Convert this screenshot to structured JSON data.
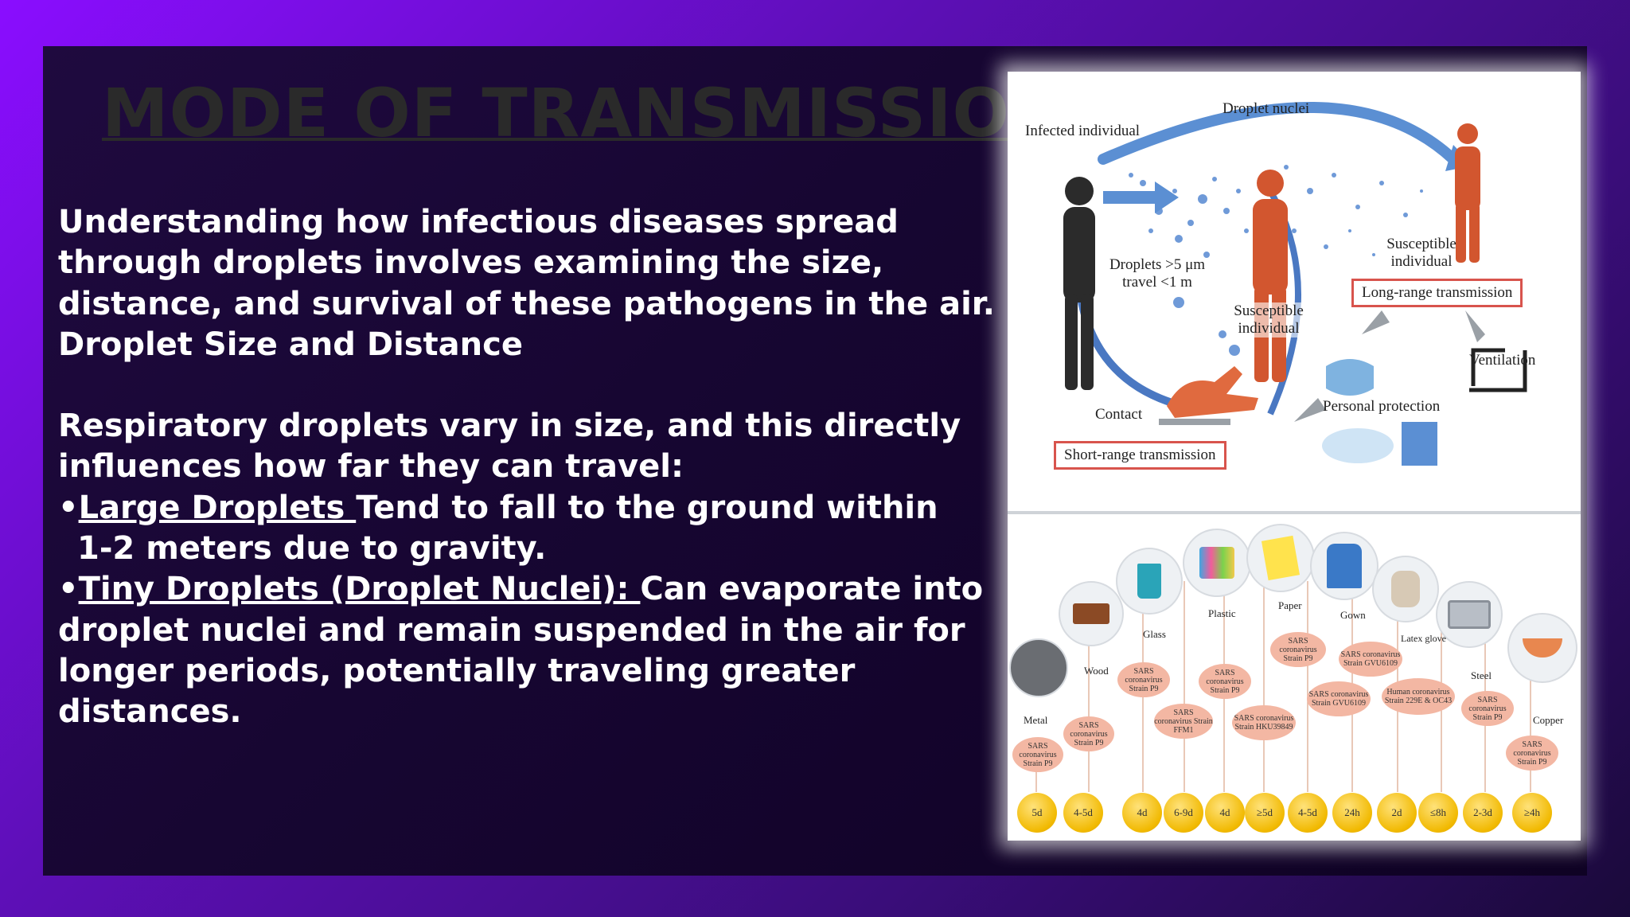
{
  "slide": {
    "title": "MODE OF TRANSMISSION",
    "intro_line1": "Understanding how infectious diseases spread",
    "intro_line2": "through droplets involves examining the size,",
    "intro_line3": "distance, and survival of these pathogens in the air.",
    "intro_line4": "Droplet Size and Distance",
    "para2_line1": "Respiratory droplets vary in size, and this directly",
    "para2_line2": "influences how far they can travel:",
    "bullet1_prefix": "•",
    "bullet1_term": "Large Droplets ",
    "bullet1_text_a": "Tend to fall to the ground within",
    "bullet1_text_b": "1-2 meters due to gravity.",
    "bullet2_prefix": "•",
    "bullet2_term": "Tiny Droplets (Droplet Nuclei): ",
    "bullet2_text_a": "Can evaporate into",
    "bullet2_text_b": "droplet nuclei and remain suspended in the air for",
    "bullet2_text_c": "longer periods, potentially traveling greater",
    "bullet2_text_d": "distances."
  },
  "figure": {
    "top": {
      "infected": "Infected individual",
      "droplet_nuclei": "Droplet nuclei",
      "droplets": "Droplets >5 μm travel <1 m",
      "susceptible_near": "Susceptible individual",
      "susceptible_far": "Susceptible individual",
      "long_range": "Long-range transmission",
      "ventilation": "Ventilation",
      "personal_protection": "Personal protection",
      "contact": "Contact",
      "short_range": "Short-range transmission"
    },
    "bottom": {
      "materials": [
        "Metal",
        "Wood",
        "Glass",
        "Plastic",
        "Paper",
        "Gown",
        "Latex glove",
        "Steel",
        "Copper"
      ],
      "strains": [
        "SARS coronavirus Strain P9",
        "SARS coronavirus Strain P9",
        "SARS coronavirus Strain P9",
        "SARS coronavirus Strain FFM1",
        "SARS coronavirus Strain P9",
        "SARS coronavirus Strain HKU39849",
        "SARS coronavirus Strain P9",
        "SARS coronavirus Strain GVU6109",
        "SARS coronavirus Strain GVU6109",
        "Human coronavirus Strain 229E & OC43",
        "SARS coronavirus Strain P9",
        "SARS coronavirus Strain P9"
      ],
      "durations": [
        "5d",
        "4-5d",
        "4d",
        "6-9d",
        "4d",
        "≥5d",
        "4-5d",
        "24h",
        "2d",
        "≤8h",
        "2-3d",
        "≥4h"
      ]
    }
  },
  "colors": {
    "accent_purple": "#8a0dff",
    "panel": "#170632",
    "person_orange": "#d2562f",
    "box_red": "#d8544d",
    "coin_gold": "#f1b900"
  }
}
